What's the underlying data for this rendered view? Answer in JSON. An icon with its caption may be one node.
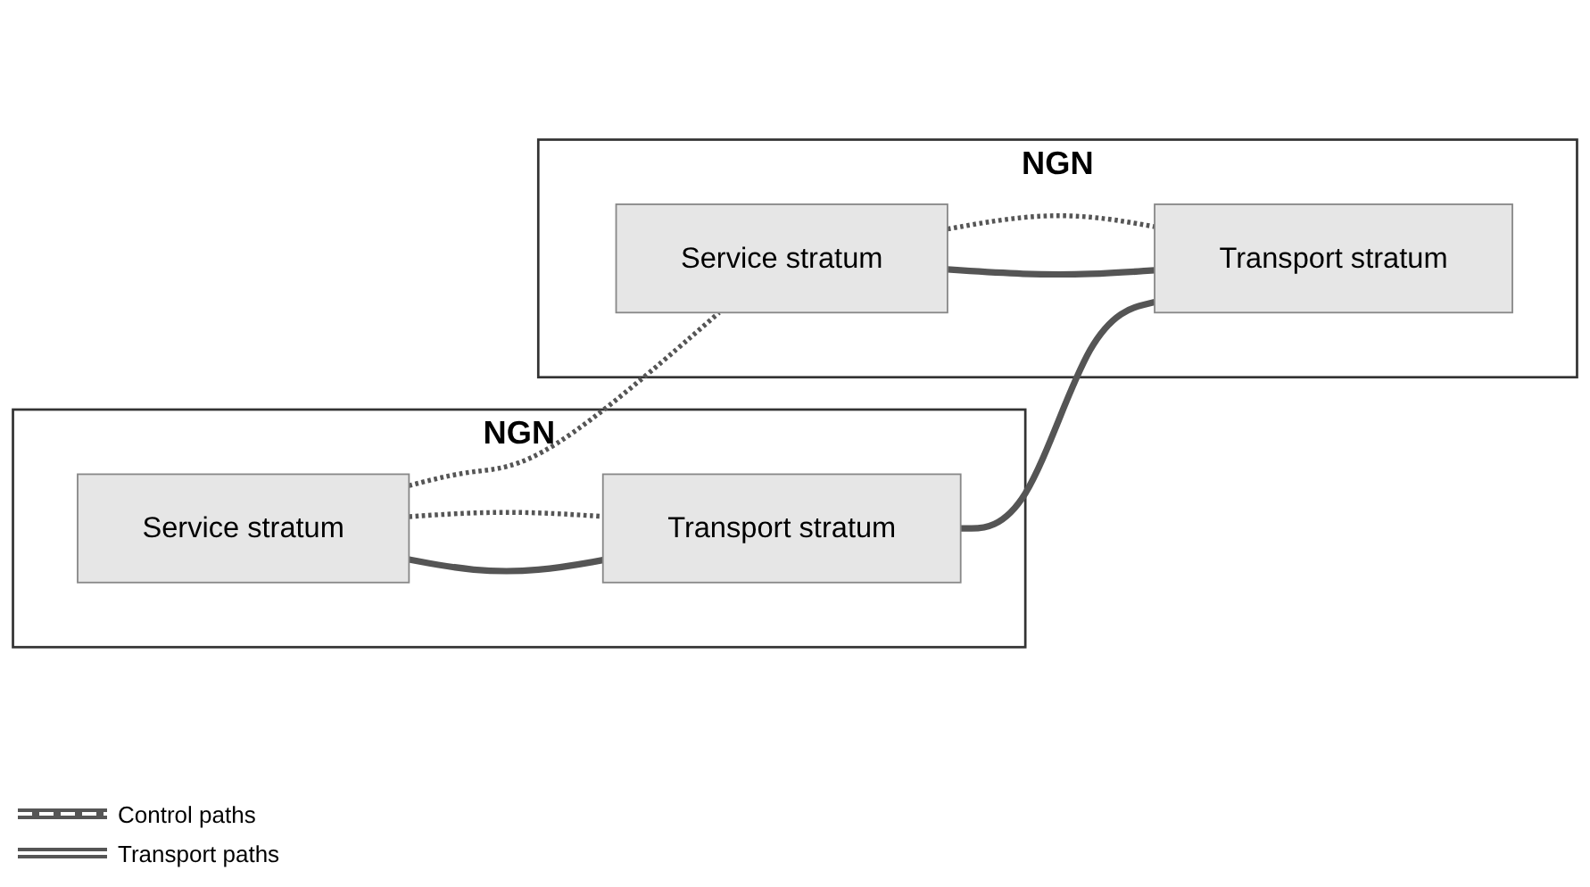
{
  "diagram": {
    "nodes": [
      {
        "text": [
          "NGN"
        ]
      },
      {
        "text": [
          "Service stratum"
        ],
        "in": 0
      },
      {
        "text": [
          "Transport stratum"
        ],
        "in": 0
      },
      {
        "text": [
          "NGN"
        ]
      },
      {
        "text": [
          "Service stratum"
        ],
        "in": 3
      },
      {
        "text": [
          "Transport stratum"
        ],
        "in": 3
      }
    ],
    "edges": [
      {
        "from": 1,
        "to": 4,
        "arrow": "none",
        "style": "dashed"
      },
      {
        "from": 1,
        "to": 2,
        "arrow": "none",
        "style": "dashed"
      },
      {
        "from": 1,
        "to": 2,
        "arrow": "none"
      },
      {
        "from": 4,
        "to": 5,
        "arrow": "none",
        "style": "dashed"
      },
      {
        "from": 4,
        "to": 5,
        "arrow": "none"
      },
      {
        "from": 2,
        "to": 5,
        "arrow": "none"
      }
    ],
    "legend": [
      {
        "text": "Control paths"
      },
      {
        "text": "Transport paths"
      }
    ]
  }
}
